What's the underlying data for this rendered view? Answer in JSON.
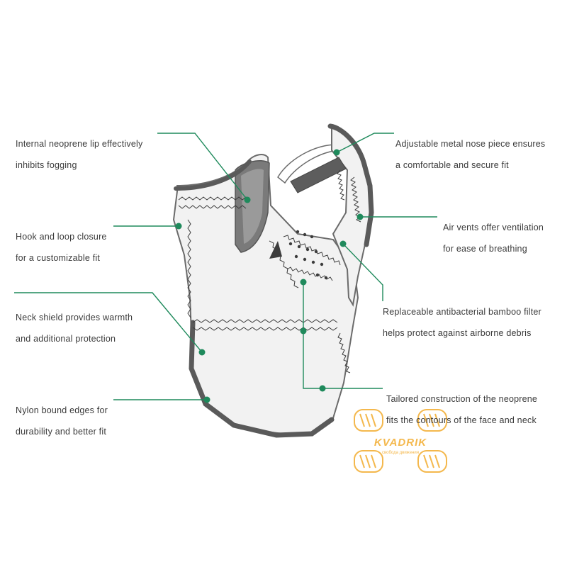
{
  "callouts": {
    "lip": {
      "line1": "Internal neoprene lip effectively",
      "line2": "inhibits fogging"
    },
    "hook": {
      "line1": "Hook and loop closure",
      "line2": "for a customizable fit"
    },
    "neck": {
      "line1": "Neck shield provides warmth",
      "line2": "and additional protection"
    },
    "nylon": {
      "line1": "Nylon bound edges for",
      "line2": "durability and better fit"
    },
    "nose": {
      "line1": "Adjustable metal nose piece ensures",
      "line2": "a comfortable and secure fit"
    },
    "vents": {
      "line1": "Air vents offer ventilation",
      "line2": "for ease of breathing"
    },
    "filter": {
      "line1": "Replaceable antibacterial bamboo filter",
      "line2": "helps protect against airborne debris"
    },
    "tailored": {
      "line1": "Tailored construction of the neoprene",
      "line2": "fits the contours of the face and neck"
    }
  },
  "watermark": {
    "brand": "KVADRIK",
    "tagline": "свобода движения"
  },
  "colors": {
    "leader": "#1f8a5c",
    "mask_fill": "#f2f2f2",
    "mask_outline": "#6b6b6b",
    "binding": "#5a5a5a",
    "stitch": "#3c3c3c",
    "watermark": "#f3b13a"
  }
}
